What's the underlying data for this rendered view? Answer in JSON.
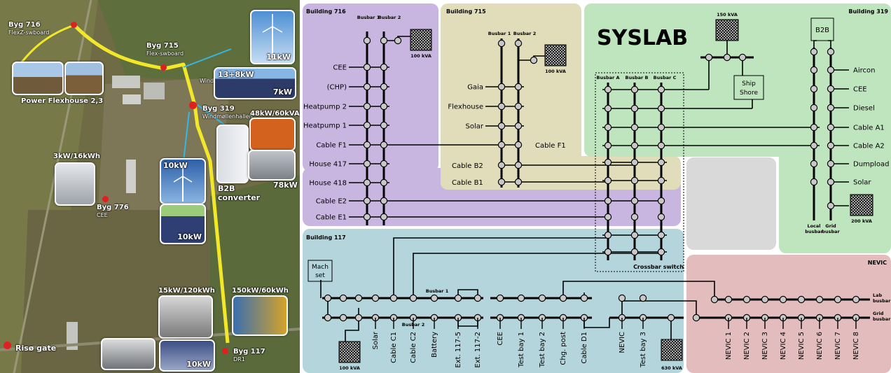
{
  "map": {
    "labels": {
      "byg716": "Byg 716",
      "byg716_sub": "FlexZ-swboard",
      "byg715": "Byg 715",
      "byg715_sub": "Flex-swboard",
      "byg319": "Byg 319",
      "byg319_sub": "Windmøllenhallen",
      "byg776": "Byg 776",
      "byg776_sub": "CEE",
      "byg117": "Byg 117",
      "byg117_sub": "DR1",
      "wind_small": "Wind",
      "gate": "Risø gate",
      "flexhouse": "Power Flexhouse 2,3",
      "ev": "3kW/16kWh",
      "b2b": "B2B converter",
      "diesel": "48kW/60kVA",
      "battery1": "15kW/120kWh",
      "battery2": "150kW/60kWh"
    },
    "thumbs": {
      "wind11": "11kW",
      "solar7_top": "13+8kW",
      "solar7": "7kW",
      "gen78": "78kW",
      "wind10": "10kW",
      "pv10": "10kW",
      "pv10b": "10kW"
    }
  },
  "diagram": {
    "title": "SYSLAB",
    "regions": {
      "b716": "Building 716",
      "b715": "Building 715",
      "b319": "Building 319",
      "b117": "Building 117",
      "nevic": "NEVIC"
    },
    "b716": {
      "busbar1": "Busbar 1",
      "busbar2": "Busbar 2",
      "trafo": "100 kVA",
      "feeders": [
        "CEE",
        "(CHP)",
        "Heatpump 2",
        "Heatpump 1",
        "Cable F1",
        "House 417",
        "House 418",
        "Cable E2",
        "Cable E1"
      ]
    },
    "b715": {
      "busbar1": "Busbar 1",
      "busbar2": "Busbar 2",
      "trafo": "100 kVA",
      "feeders": [
        "Gaia",
        "Flexhouse",
        "Solar"
      ],
      "cable_f1": "Cable F1",
      "cable_b2": "Cable B2",
      "cable_b1": "Cable B1"
    },
    "crossbar": {
      "bus_a": "Busbar A",
      "bus_b": "Busbar B",
      "bus_c": "Busbar C",
      "label": "Crossbar switch",
      "trafo": "150 kVA",
      "ship": [
        "Ship",
        "Shore"
      ]
    },
    "b319": {
      "b2b": "B2B",
      "feeders": [
        "Aircon",
        "CEE",
        "Diesel",
        "Cable A1",
        "Cable A2",
        "Dumpload",
        "Solar"
      ],
      "local": [
        "Local",
        "busbar"
      ],
      "grid": [
        "Grid",
        "busbar"
      ],
      "trafo": "200 kVA"
    },
    "b117": {
      "machset": [
        "Mach",
        "set"
      ],
      "busbar1": "Busbar 1",
      "busbar2": "Busbar 2",
      "trafo1": "100 kVA",
      "trafo2": "630 kVA",
      "feeders": [
        "Solar",
        "Cable C1",
        "Cable C2",
        "Battery",
        "Ext. 117-5",
        "Ext. 117-2",
        "CEE",
        "Test bay 1",
        "Test bay 2",
        "Chg. post",
        "Cable D1",
        "NEVIC",
        "Test bay 3"
      ]
    },
    "nevic": {
      "lab": [
        "Lab",
        "busbar"
      ],
      "grid": [
        "Grid",
        "busbar"
      ],
      "feeders": [
        "NEVIC 1",
        "NEVIC 2",
        "NEVIC 3",
        "NEVIC 4",
        "NEVIC 5",
        "NEVIC 6",
        "NEVIC 7",
        "NEVIC 8"
      ]
    },
    "colors": {
      "b716": "#c9b6e0",
      "b715": "#e1dcb9",
      "b319": "#bfe5bf",
      "b117": "#b3d5db",
      "nevic": "#e3bdbd",
      "grey": "#d9d9d9",
      "node": "#c8c8c8"
    }
  }
}
